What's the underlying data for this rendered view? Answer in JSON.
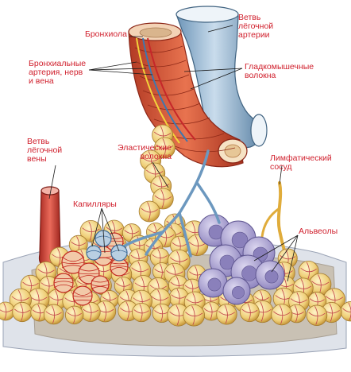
{
  "colors": {
    "label": "#d01f2c",
    "leader": "#1a1a1a",
    "muscle": "#d9583c",
    "muscle_dark": "#a8321f",
    "artery": "#8fb3cf",
    "artery_dark": "#5a7f9e",
    "alveolus": "#f0d07a",
    "alveolus_net": "#c0414a",
    "lymph": "#e3b54a",
    "vein_red": "#d8473c",
    "lavender": "#a9a1cf",
    "pleura": "#dde2ea"
  },
  "labels": {
    "bronchiole": "Бронхиола",
    "pulm_artery_branch": [
      "Ветвь",
      "лёгочной",
      "артерии"
    ],
    "bronchial_vessels": [
      "Бронхиальные",
      "артерия, нерв",
      "и вена"
    ],
    "smooth_muscle": [
      "Гладкомышечные",
      "волокна"
    ],
    "pulm_vein_branch": [
      "Ветвь",
      "лёгочной",
      "вены"
    ],
    "elastic_fibers": [
      "Эластические",
      "волокна"
    ],
    "lymph_vessel": [
      "Лимфатический",
      "сосуд"
    ],
    "capillaries": "Капилляры",
    "alveoli": "Альвеолы"
  }
}
